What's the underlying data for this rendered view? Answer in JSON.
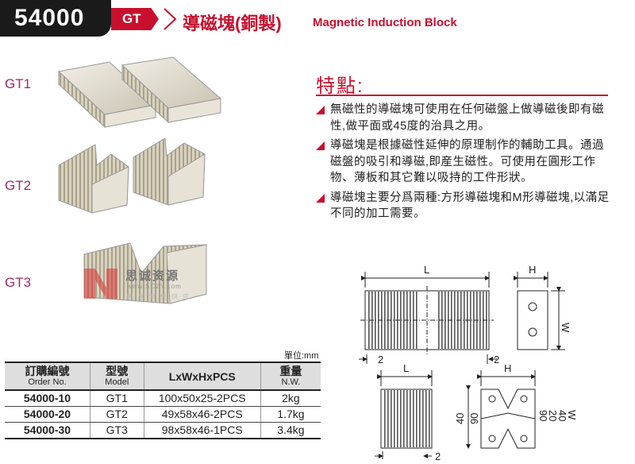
{
  "header": {
    "code": "54000",
    "series": "GT",
    "title_cn": "導磁塊(銅製)",
    "title_en": "Magnetic Induction Block"
  },
  "products": [
    {
      "label": "GT1"
    },
    {
      "label": "GT2"
    },
    {
      "label": "GT3"
    }
  ],
  "features": {
    "title": "特點:",
    "items": [
      "無磁性的導磁塊可使用在任何磁盤上做導磁後即有磁性,做平面或45度的治具之用。",
      "導磁塊是根據磁性延伸的原理制作的輔助工具。通過磁盤的吸引和導磁,即産生磁性。可使用在圓形工作物、薄板和其它難以吸持的工件形狀。",
      "導磁塊主要分爲兩種:方形導磁塊和M形導磁塊,以滿足不同的加工需要。"
    ]
  },
  "watermark": {
    "name": "思诚资源",
    "url": "www.SCZY.com",
    "sub": "机床附件供应"
  },
  "table": {
    "unit": "單位:mm",
    "headers": [
      {
        "cn": "訂購編號",
        "en": "Order No."
      },
      {
        "cn": "型號",
        "en": "Model"
      },
      {
        "cn": "LxWxHxPCS",
        "en": ""
      },
      {
        "cn": "重量",
        "en": "N.W."
      }
    ],
    "rows": [
      {
        "order": "54000-10",
        "model": "GT1",
        "size": "100x50x25-2PCS",
        "weight": "2kg"
      },
      {
        "order": "54000-20",
        "model": "GT2",
        "size": "49x58x46-2PCS",
        "weight": "1.7kg"
      },
      {
        "order": "54000-30",
        "model": "GT3",
        "size": "98x58x46-1PCS",
        "weight": "3.4kg"
      }
    ]
  },
  "drawing": {
    "label_L": "L",
    "label_H": "H",
    "label_W": "W",
    "label_2": "2",
    "label_40": "40",
    "label_90": "90",
    "label_20": "20",
    "label_40b": "40"
  }
}
